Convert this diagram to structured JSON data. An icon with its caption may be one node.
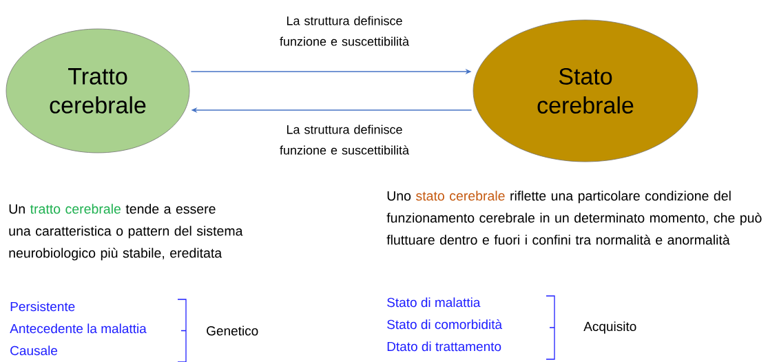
{
  "diagram": {
    "nodes": [
      {
        "text": [
          "Tratto cerebrale"
        ]
      },
      {
        "text": [
          "Stato cerebrale"
        ]
      }
    ],
    "edges": [
      {
        "from": 0,
        "to": 1,
        "arrow": "to",
        "label": "La struttura definisce funzione e suscettibilità"
      },
      {
        "from": 1,
        "to": 0,
        "arrow": "to",
        "label": "La struttura definisce funzione e suscettibilità"
      }
    ],
    "labels": [
      "Un",
      "tratto cerebrale",
      "tende a essere una caratteristica o pattern del sistema neurobiologico più stabile, ereditata",
      "Uno",
      "stato cerebrale",
      "riflette una particolare condizione del funzionamento cerebrale in un determinato momento, che può fluttuare dentro e fuori i confini tra normalità e anormalità",
      "Persistente",
      "Antecedente la malattia",
      "Causale",
      "Genetico",
      "Stato di malattia",
      "Stato di comorbidità",
      "Dtato di trattamento",
      "Acquisito"
    ]
  }
}
